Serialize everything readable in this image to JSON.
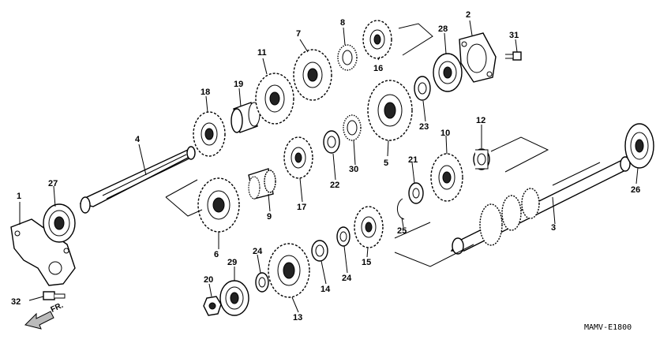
{
  "diagram": {
    "code": "MAMV-E1800",
    "direction": "FR.",
    "callouts": [
      "1",
      "2",
      "3",
      "4",
      "5",
      "6",
      "7",
      "8",
      "9",
      "10",
      "11",
      "12",
      "13",
      "14",
      "15",
      "16",
      "17",
      "18",
      "19",
      "20",
      "21",
      "22",
      "23",
      "24",
      "24",
      "25",
      "26",
      "27",
      "28",
      "29",
      "30",
      "31",
      "32"
    ]
  }
}
